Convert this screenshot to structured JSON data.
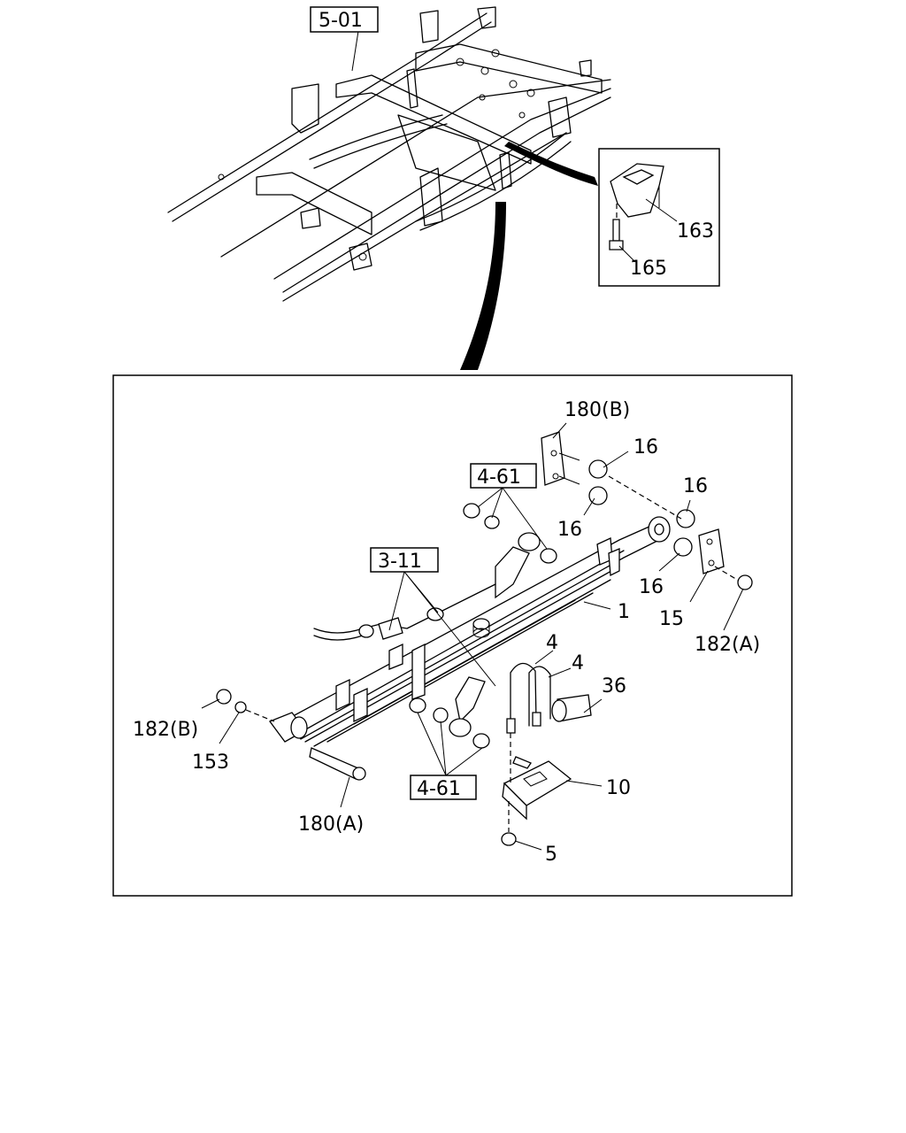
{
  "refs": {
    "r501": "5-01",
    "r461_top": "4-61",
    "r311": "3-11",
    "r461_bottom": "4-61"
  },
  "callouts": {
    "c163": "163",
    "c165": "165",
    "c180b": "180(B)",
    "c16a": "16",
    "c16b": "16",
    "c16c": "16",
    "c16d": "16",
    "c15": "15",
    "c182a": "182(A)",
    "c1": "1",
    "c4a": "4",
    "c4b": "4",
    "c36": "36",
    "c182b": "182(B)",
    "c153": "153",
    "c10": "10",
    "c180a": "180(A)",
    "c5": "5"
  }
}
